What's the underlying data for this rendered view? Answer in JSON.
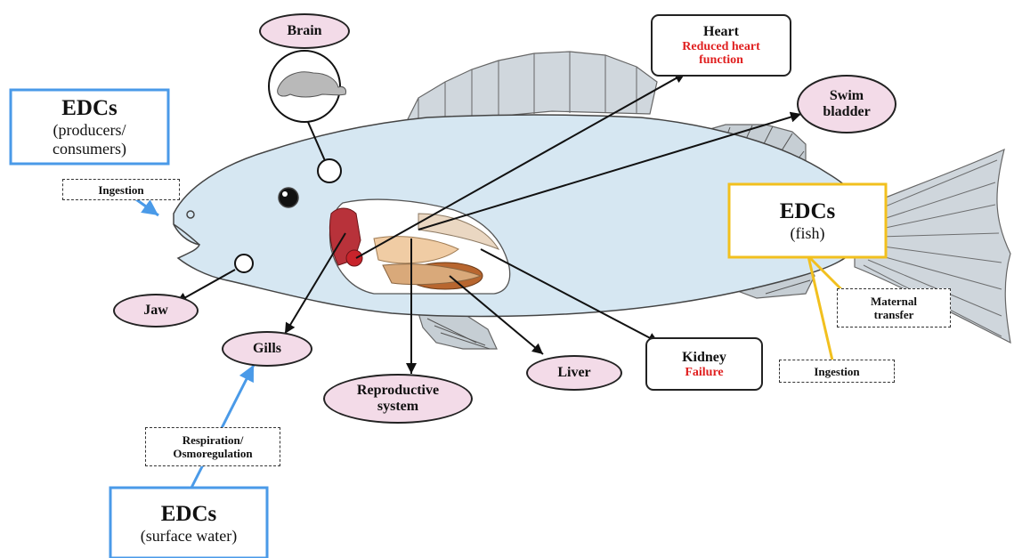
{
  "colors": {
    "fish_body": "#d6e7f2",
    "fin": "#d0d7dd",
    "label_oval": "#f3dbe8",
    "blue_box": "#4a9ae8",
    "gold_box": "#f2c01e",
    "highlight_red": "#e01f1f"
  },
  "edc_boxes": {
    "producers": {
      "title": "EDCs",
      "line1": "(producers/",
      "line2": "consumers)"
    },
    "fish": {
      "title": "EDCs",
      "sub": "(fish)"
    },
    "water": {
      "title": "EDCs",
      "sub": "(surface water)"
    }
  },
  "pathways": {
    "ingestion_top": "Ingestion",
    "maternal_line1": "Maternal",
    "maternal_line2": "transfer",
    "ingestion_right": "Ingestion",
    "respiration_line1": "Respiration/",
    "respiration_line2": "Osmoregulation"
  },
  "organs": {
    "brain": "Brain",
    "heart": "Heart",
    "heart_effect_1": "Reduced heart",
    "heart_effect_2": "function",
    "swim_1": "Swim",
    "swim_2": "bladder",
    "jaw": "Jaw",
    "gills": "Gills",
    "repro_1": "Reproductive",
    "repro_2": "system",
    "liver": "Liver",
    "kidney": "Kidney",
    "kidney_effect": "Failure"
  }
}
